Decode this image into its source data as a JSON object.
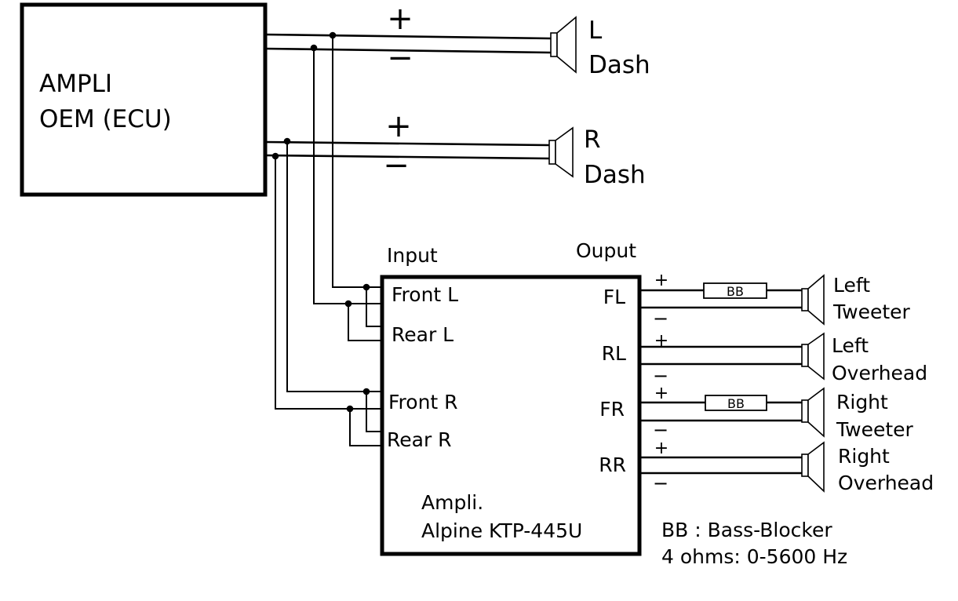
{
  "ampli_oem": {
    "line1": "AMPLI",
    "line2": "OEM (ECU)"
  },
  "dash_speakers": [
    {
      "plus": "+",
      "minus": "−",
      "line1": "L",
      "line2": "Dash"
    },
    {
      "plus": "+",
      "minus": "−",
      "line1": "R",
      "line2": "Dash"
    }
  ],
  "amp": {
    "input_header": "Input",
    "output_header": "Ouput",
    "inputs": [
      "Front L",
      "Rear L",
      "Front R",
      "Rear R"
    ],
    "outputs": [
      "FL",
      "RL",
      "FR",
      "RR"
    ],
    "name_line1": "Ampli.",
    "name_line2": "Alpine KTP-445U"
  },
  "output_speakers": [
    {
      "plus": "+",
      "minus": "−",
      "bb": "BB",
      "line1": "Left",
      "line2": "Tweeter"
    },
    {
      "plus": "+",
      "minus": "−",
      "bb": "",
      "line1": "Left",
      "line2": "Overhead"
    },
    {
      "plus": "+",
      "minus": "−",
      "bb": "BB",
      "line1": "Right",
      "line2": "Tweeter"
    },
    {
      "plus": "+",
      "minus": "−",
      "bb": "",
      "line1": "Right",
      "line2": "Overhead"
    }
  ],
  "note": {
    "line1": "BB : Bass-Blocker",
    "line2": "4 ohms: 0-5600 Hz"
  }
}
